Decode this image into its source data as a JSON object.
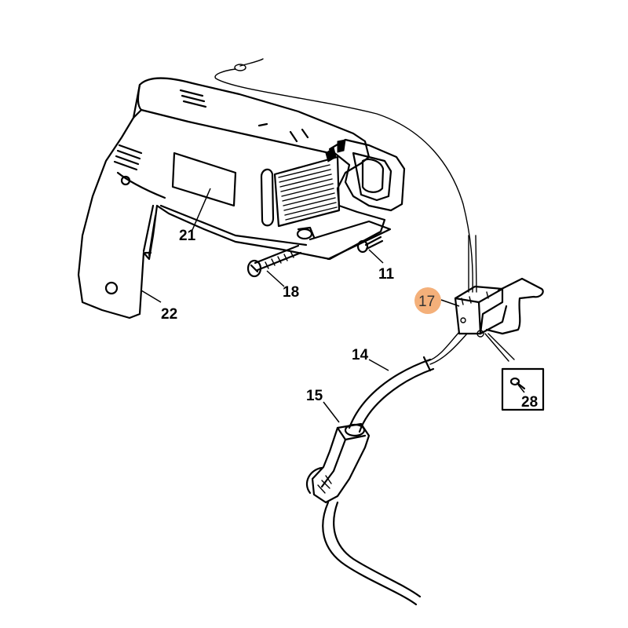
{
  "highlight_color": "#f4b07a",
  "highlighted_part": "17",
  "callouts": [
    {
      "id": "21",
      "label": "21"
    },
    {
      "id": "22",
      "label": "22"
    },
    {
      "id": "18",
      "label": "18"
    },
    {
      "id": "11",
      "label": "11"
    },
    {
      "id": "17",
      "label": "17"
    },
    {
      "id": "14",
      "label": "14"
    },
    {
      "id": "15",
      "label": "15"
    },
    {
      "id": "28",
      "label": "28"
    }
  ]
}
